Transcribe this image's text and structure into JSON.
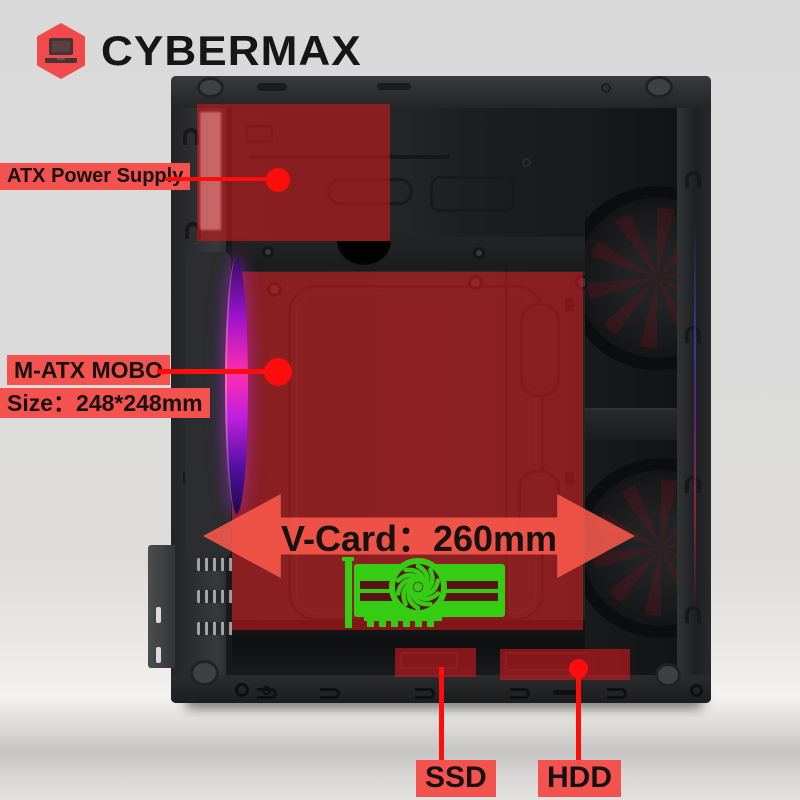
{
  "colors": {
    "accent": "#ff0c0c",
    "label-bg": "#f4524e",
    "overlay-red": "rgba(221,24,28,0.55)",
    "arrow-red": "rgba(255,92,78,0.85)",
    "brand-red": "#f24a4a",
    "gpu-green": "#35cd14",
    "case-black": "#232527"
  },
  "brand": {
    "name": "CYBERMAX",
    "logo_icon": "laptop-in-red-hexagon"
  },
  "callouts": {
    "psu": {
      "label": "ATX Power Supply"
    },
    "mobo": {
      "label": "M-ATX MOBO",
      "size": "Size：248*248mm"
    },
    "vcard": {
      "label": "V-Card：260mm"
    },
    "ssd": {
      "label": "SSD"
    },
    "hdd": {
      "label": "HDD"
    }
  },
  "icons": {
    "logo": "laptop-icon",
    "gpu": "graphics-card-icon"
  }
}
